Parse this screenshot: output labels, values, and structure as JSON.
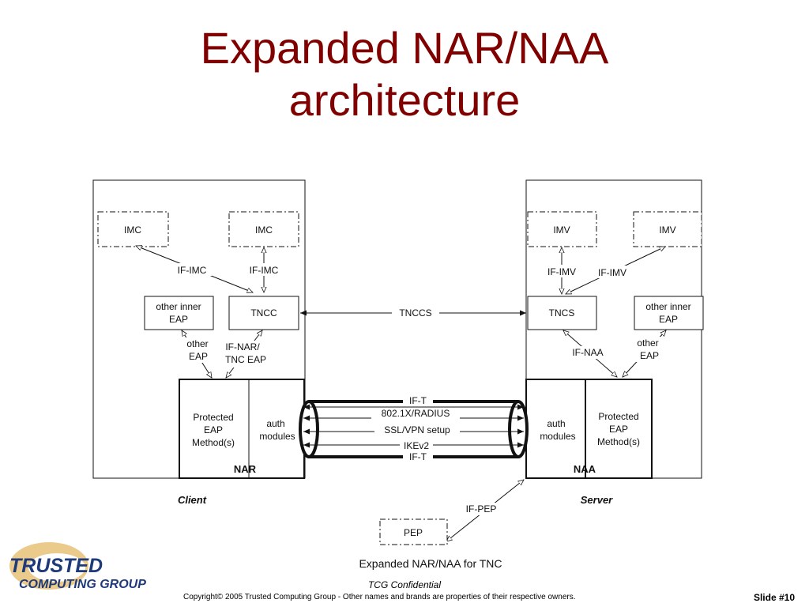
{
  "title": {
    "line1": "Expanded NAR/NAA",
    "line2": "architecture"
  },
  "diagram": {
    "imc_left": "IMC",
    "imc_right": "IMC",
    "imv_left": "IMV",
    "imv_right": "IMV",
    "if_imc_left": "IF-IMC",
    "if_imc_right": "IF-IMC",
    "if_imv_left": "IF-IMV",
    "if_imv_right": "IF-IMV",
    "client_other_inner_eap": [
      "other inner",
      "EAP"
    ],
    "server_other_inner_eap": [
      "other inner",
      "EAP"
    ],
    "tncc": "TNCC",
    "tncs": "TNCS",
    "tnccs": "TNCCS",
    "client_other_eap": [
      "other",
      "EAP"
    ],
    "server_other_eap": [
      "other",
      "EAP"
    ],
    "if_nar": [
      "IF-NAR/",
      "TNC EAP"
    ],
    "if_naa": "IF-NAA",
    "client_protected_eap": [
      "Protected",
      "EAP",
      "Method(s)"
    ],
    "server_protected_eap": [
      "Protected",
      "EAP",
      "Method(s)"
    ],
    "client_auth_modules": [
      "auth",
      "modules"
    ],
    "server_auth_modules": [
      "auth",
      "modules"
    ],
    "nar": "NAR",
    "naa": "NAA",
    "tunnel_labels": [
      "IF-T",
      "802.1X/RADIUS",
      "SSL/VPN setup",
      "IKEv2",
      "IF-T"
    ],
    "client": "Client",
    "server": "Server",
    "if_pep": "IF-PEP",
    "pep": "PEP",
    "caption": "Expanded NAR/NAA for TNC"
  },
  "logo": {
    "line1": "TRUSTED",
    "line2": "COMPUTING GROUP"
  },
  "footer": {
    "confidential": "TCG Confidential",
    "copyright": "Copyright© 2005 Trusted Computing Group - Other names and brands are properties of their respective owners.",
    "slide": "Slide #10"
  }
}
